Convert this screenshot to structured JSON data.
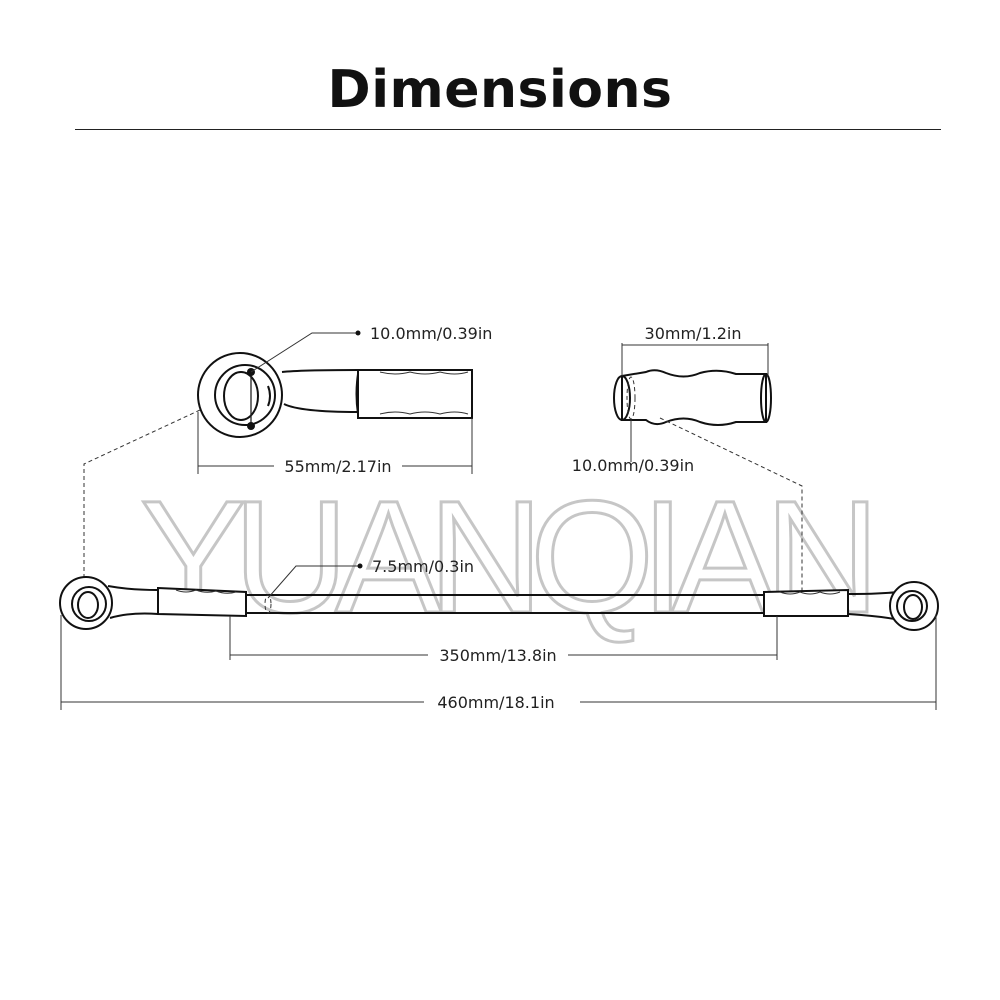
{
  "title": "Dimensions",
  "watermark": "YUANQIAN",
  "labels": {
    "banjo_bore": "10.0mm/0.39in",
    "fitting_length": "55mm/2.17in",
    "sleeve_length": "30mm/1.2in",
    "sleeve_diameter": "10.0mm/0.39in",
    "hose_diameter": "7.5mm/0.3in",
    "hose_length": "350mm/13.8in",
    "total_length": "460mm/18.1in"
  },
  "colors": {
    "line": "#222222",
    "watermark": "#b4b4b4",
    "background": "#ffffff"
  }
}
